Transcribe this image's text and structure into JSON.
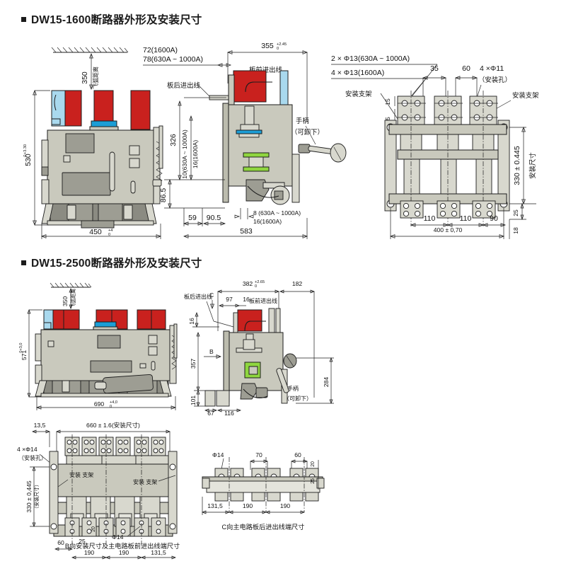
{
  "sections": [
    {
      "id": "dw15-1600",
      "title": "DW15-1600断路器外形及安装尺寸",
      "views": {
        "front": {
          "dims": {
            "height": "530",
            "height_tol_up": "+3.30",
            "height_tol_dn": "0",
            "width": "450",
            "width_tol_up": "+4",
            "width_tol_dn": "0",
            "arc_gap": "350",
            "arc_label": "飞弧距离"
          }
        },
        "side": {
          "dims": {
            "depth": "355",
            "depth_tol_up": "+2.45",
            "depth_tol_dn": "0",
            "offset_1600": "72(1600A)",
            "offset_630": "78(630A ~ 1000A)",
            "label_rear": "板后进出线",
            "label_front": "板前进出线",
            "label_handle": "手柄",
            "label_handle_sub": "（可卸下）",
            "h326": "326",
            "h865": "86.5",
            "t10_630": "10(630A ~ 1000A)",
            "t16_1600": "16(1600A)",
            "b8_630": "8 (630A ~ 1000A)",
            "b16_1600": "16(1600A)",
            "d59": "59",
            "d905": "90.5",
            "d583": "583"
          }
        },
        "bracket": {
          "dims": {
            "hole_630": "2 × Φ13(630A ~ 1000A)",
            "hole_1600": "4 × Φ13(1600A)",
            "bracket_label_l": "安装支架",
            "bracket_label_r": "安装支架",
            "mount_hole": "4 ×Φ11",
            "mount_hole_sub": "（安装孔）",
            "p35": "35",
            "p60": "60",
            "v35": "35",
            "v15": "15",
            "h330": "330 ± 0.445",
            "h330_label": "安装尺寸",
            "p110a": "110",
            "p110b": "110",
            "p90": "90",
            "w400": "400 ± 0,70",
            "e25": "25",
            "e18": "18"
          }
        }
      }
    },
    {
      "id": "dw15-2500",
      "title": "DW15-2500断路器外形及安装尺寸",
      "views": {
        "front": {
          "dims": {
            "height": "571",
            "height_tol_up": "+3,0",
            "height_tol_dn": "0",
            "width": "690",
            "width_tol_up": "+4,0",
            "width_tol_dn": "0",
            "arc_gap": "350",
            "arc_label": "飞弧距离"
          }
        },
        "side": {
          "dims": {
            "depth": "382",
            "depth_tol_up": "+2.65",
            "depth_tol_dn": "0",
            "d182": "182",
            "d97": "97",
            "d16": "16",
            "d16_left": "16",
            "label_rear": "板后进出线",
            "label_front": "板前进出线",
            "label_handle": "手柄",
            "label_handle_sub": "（可卸下）",
            "arrow_c": "C",
            "arrow_b": "B",
            "h357": "357",
            "h101": "101",
            "h284": "284",
            "d67": "67",
            "d116": "116"
          }
        },
        "bottom_left": {
          "caption": "B向安装尺寸及主电路板前进出线端尺寸",
          "dims": {
            "w660": "660 ± 1.6(安装尺寸)",
            "d135": "13,5",
            "mount_hole": "4 ×Φ14",
            "mount_hole_sub": "（安装孔）",
            "bracket_l": "安装 支架",
            "bracket_r": "安装 支架",
            "arrow_b": "B向",
            "h330": "330 ± 0,445",
            "h330_sub": "（安装尺寸）",
            "p60": "60",
            "p25": "25",
            "p20": "20",
            "p190a": "190",
            "p190b": "190",
            "p1315": "131,5",
            "phi14": "Φ14"
          }
        },
        "bottom_right": {
          "caption": "C向主电路板后进出线端尺寸",
          "dims": {
            "phi14": "Φ14",
            "p70": "70",
            "p60": "60",
            "p20": "20",
            "p25": "25",
            "p1315": "131,5",
            "p190a": "190",
            "p190b": "190"
          }
        }
      }
    }
  ],
  "colors": {
    "red": "#c9211e",
    "light_blue": "#a9d9ee",
    "blue": "#1c9ed6",
    "green": "#8fd63f",
    "body": "#c9c9bd",
    "line": "#1d1d1d",
    "background": "#ffffff"
  }
}
